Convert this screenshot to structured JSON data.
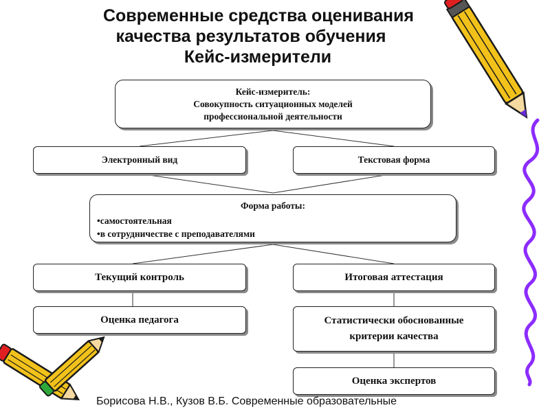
{
  "title": {
    "line1": "Современные средства  оценивания",
    "line2": "качества результатов обучения",
    "line3": "Кейс-измерители"
  },
  "diagram": {
    "case_meter": {
      "line1": "Кейс-измеритель:",
      "line2": "Совокупность ситуационных моделей",
      "line3": "профессиональной деятельности"
    },
    "electronic": "Электронный вид",
    "text_form": "Текстовая форма",
    "work_form": {
      "title": "Форма работы:",
      "items": [
        "самостоятельная",
        "в сотрудничестве   с   преподавателями"
      ]
    },
    "current_control": "Текущий контроль",
    "final_attestation": "Итоговая аттестация",
    "teacher_assessment": "Оценка педагога",
    "statistical": {
      "line1": "Статистически обоснованные",
      "line2": "критерии качества"
    },
    "experts_assessment": "Оценка экспертов"
  },
  "footer": "Борисова Н.В., Кузов В.Б. Современные образовательные",
  "colors": {
    "pencil_body": "#f2c21b",
    "pencil_dark": "#1a1a1a",
    "pencil_eraser": "#e02020",
    "squiggle": "#8c2cff"
  }
}
